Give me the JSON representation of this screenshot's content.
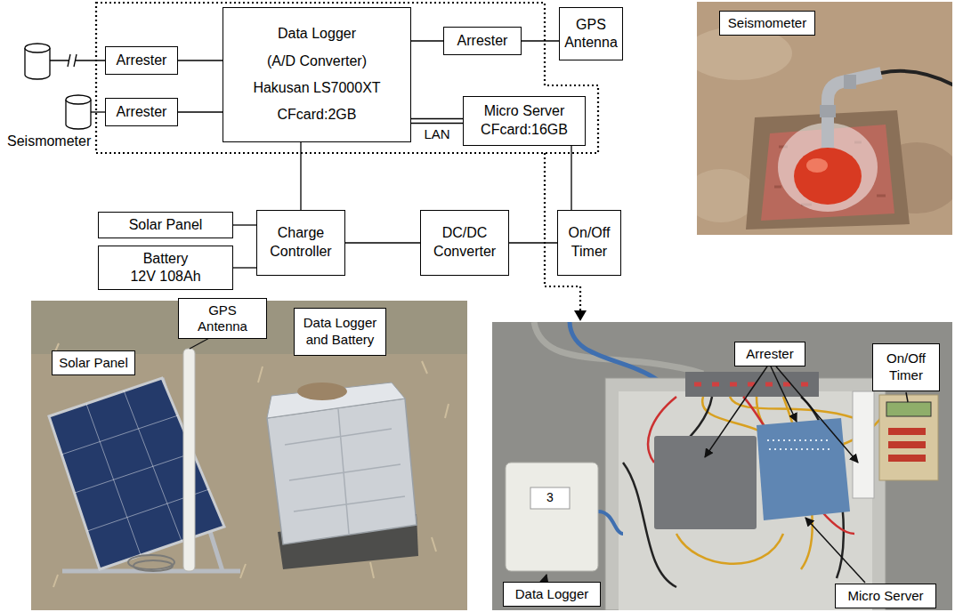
{
  "diagram": {
    "nodes": [
      {
        "text": [
          "Data Logger",
          "(A/D Converter)",
          "Hakusan LS7000XT",
          "CFcard:2GB"
        ]
      },
      {
        "text": [
          "Arrester"
        ]
      },
      {
        "text": [
          "Arrester"
        ]
      },
      {
        "text": [
          "GPS Antenna"
        ]
      },
      {
        "text": [
          "Seismometer"
        ]
      },
      {
        "text": [
          "Arrester"
        ]
      },
      {
        "text": [
          "Micro Server",
          "CFcard:16GB"
        ]
      },
      {
        "text": [
          "Solar Panel"
        ]
      },
      {
        "text": [
          "Charge Controller"
        ]
      },
      {
        "text": [
          "DC/DC Converter"
        ]
      },
      {
        "text": [
          "On/Off Timer"
        ]
      },
      {
        "text": [
          "Battery",
          "12V 108Ah"
        ]
      },
      {
        "text": [
          "GPS Antenna"
        ]
      },
      {
        "text": [
          "Solar Panel"
        ]
      },
      {
        "text": [
          "Data Logger and Battery"
        ]
      },
      {
        "text": [
          "Arrester"
        ]
      },
      {
        "text": [
          "On/Off Timer"
        ]
      },
      {
        "text": [
          "Data Logger"
        ]
      },
      {
        "text": [
          "Micro Server"
        ]
      }
    ],
    "edges": [
      {
        "from": 1,
        "to": 0,
        "arrow": "none"
      },
      {
        "from": 5,
        "to": 0,
        "arrow": "none"
      },
      {
        "from": 0,
        "to": 2,
        "arrow": "none"
      },
      {
        "from": 2,
        "to": 3,
        "arrow": "none"
      },
      {
        "from": 0,
        "to": 6,
        "label": "LAN",
        "arrow": "none"
      },
      {
        "from": 0,
        "to": 8,
        "arrow": "none"
      },
      {
        "from": 7,
        "to": 8,
        "arrow": "none"
      },
      {
        "from": 11,
        "to": 8,
        "arrow": "none"
      },
      {
        "from": 8,
        "to": 9,
        "arrow": "none"
      },
      {
        "from": 9,
        "to": 10,
        "arrow": "none"
      },
      {
        "from": 10,
        "to": 6,
        "arrow": "none"
      }
    ],
    "labels": [
      "Seismometer",
      "3"
    ]
  }
}
